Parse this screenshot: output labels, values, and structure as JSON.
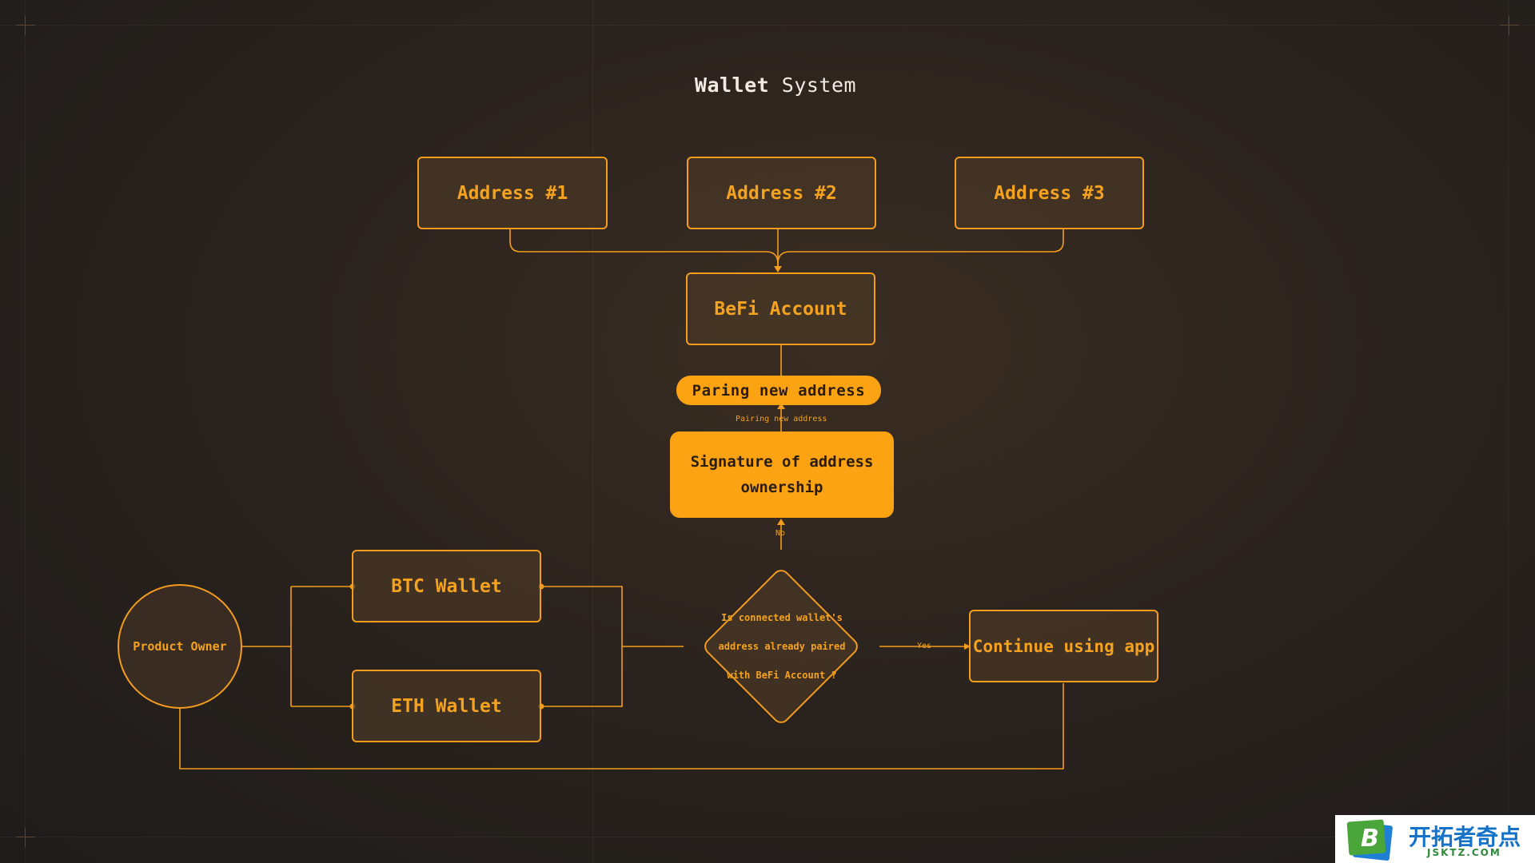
{
  "title": {
    "bold": "Wallet",
    "regular": "System"
  },
  "nodes": {
    "address1": "Address #1",
    "address2": "Address #2",
    "address3": "Address #3",
    "befi_account": "BeFi Account",
    "pairing_pill": "Paring new address",
    "signature": "Signature of address ownership",
    "product_owner": "Product Owner",
    "btc_wallet": "BTC Wallet",
    "eth_wallet": "ETH Wallet",
    "decision": "Is connected wallet's address already paired with BeFi Account ?",
    "continue": "Continue using app"
  },
  "edge_labels": {
    "pairing": "Pairing new address",
    "no": "No",
    "yes": "Yes"
  },
  "colors": {
    "accent": "#f39c1d",
    "accent_fill": "#fca313",
    "title_text": "#f1ebe4",
    "background": "#2b231e"
  },
  "watermark": {
    "cn": "开拓者奇点",
    "en": "JSKTZ.COM",
    "icon": "b-logo-icon"
  }
}
